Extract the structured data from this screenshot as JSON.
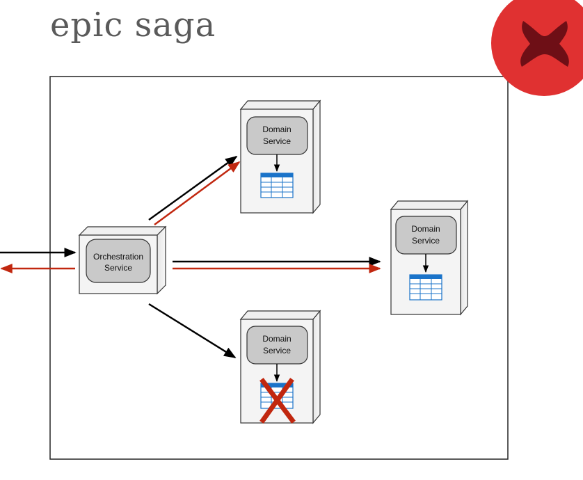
{
  "title": "epic saga",
  "status_icon": "red-x-badge-icon",
  "colors": {
    "request_arrow": "#000000",
    "response_arrow": "#c1270f",
    "badge": "#e03131",
    "badge_glyph": "#6e0f16",
    "service_fill": "#c9c9c9",
    "table_header": "#1a73c9",
    "fail_mark": "#c1270f"
  },
  "nodes": {
    "orchestrator": {
      "line1": "Orchestration",
      "line2": "Service"
    },
    "domain_top": {
      "line1": "Domain",
      "line2": "Service"
    },
    "domain_right": {
      "line1": "Domain",
      "line2": "Service"
    },
    "domain_bottom": {
      "line1": "Domain",
      "line2": "Service",
      "status": "failed"
    }
  }
}
